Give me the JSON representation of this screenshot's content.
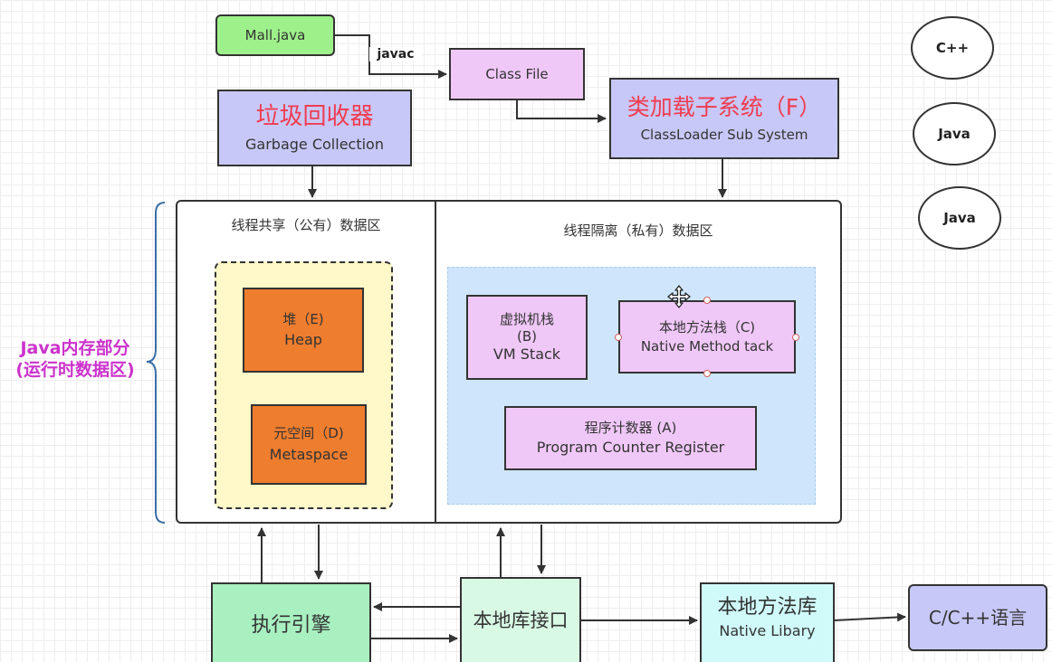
{
  "source": {
    "file": "Mall.java",
    "compiler": "javac",
    "class_file": "Class File"
  },
  "gc": {
    "zh": "垃圾回收器",
    "en": "Garbage Collection"
  },
  "classloader": {
    "zh": "类加载子系统（F）",
    "en": "ClassLoader Sub System"
  },
  "languages": [
    "C++",
    "Java",
    "Java"
  ],
  "memory_label": [
    "Java内存部分",
    "(运行时数据区)"
  ],
  "shared_area": {
    "title": "线程共享（公有）数据区",
    "heap": {
      "zh": "堆（E)",
      "en": "Heap"
    },
    "metaspace": {
      "zh": "元空间（D)",
      "en": "Metaspace"
    }
  },
  "private_area": {
    "title": "线程隔离（私有）数据区",
    "vm_stack": {
      "zh": "虚拟机栈",
      "id": "(B)",
      "en": "VM Stack"
    },
    "native_stack": {
      "zh": "本地方法栈（C)",
      "en": "Native Method tack"
    },
    "pc_register": {
      "zh": "程序计数器 (A)",
      "en": "Program Counter Register"
    }
  },
  "bottom": {
    "engine": "执行引擎",
    "native_interface": "本地库接口",
    "native_library": {
      "zh": "本地方法库",
      "en": "Native Libary"
    },
    "language": "C/C++语言"
  },
  "colors": {
    "source_green": "#9ef08a",
    "pink": "#f0c8f8",
    "lavender": "#c8c8f8",
    "red_text": "#f03c50",
    "purple_label": "#cc33cc",
    "heap_orange": "#ee7d2e",
    "meta_yellow": "#fff8c8",
    "private_blue": "#cfe5fb",
    "engine_green": "#a8f0c0",
    "interface_green": "#d8fae4",
    "library_cyan": "#d0fafa"
  }
}
